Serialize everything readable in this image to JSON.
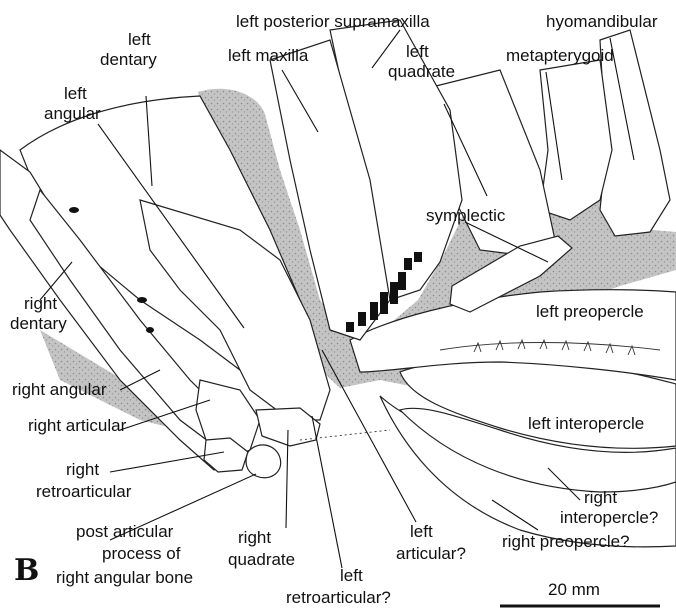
{
  "figure": {
    "panel_letter": "B",
    "scale_bar_label": "20 mm",
    "colors": {
      "matrix": "#b9b9b9",
      "ink": "#111111",
      "bone": "#ffffff"
    }
  },
  "labels": {
    "left_posterior_supramaxilla": "left posterior supramaxilla",
    "hyomandibular": "hyomandibular",
    "left_dentary_1": "left",
    "left_dentary_2": "dentary",
    "left_maxilla": "left maxilla",
    "left_quadrate_1": "left",
    "left_quadrate_2": "quadrate",
    "metapterygoid": "metapterygoid",
    "left_angular_1": "left",
    "left_angular_2": "angular",
    "symplectic": "symplectic",
    "right_dentary_1": "right",
    "right_dentary_2": "dentary",
    "left_preopercle": "left preopercle",
    "right_angular": "right angular",
    "left_interopercle": "left interopercle",
    "right_articular": "right articular",
    "right_retroarticular_1": "right",
    "right_retroarticular_2": "retroarticular",
    "right_interopercle_1": "right",
    "right_interopercle_2": "interopercle?",
    "post_articular_1": "post articular",
    "post_articular_2": "process of",
    "post_articular_3": "right angular bone",
    "right_quadrate_1": "right",
    "right_quadrate_2": "quadrate",
    "left_articular_1": "left",
    "left_articular_2": "articular?",
    "right_preopercle": "right preopercle?",
    "left_retroarticular_1": "left",
    "left_retroarticular_2": "retroarticular?"
  }
}
